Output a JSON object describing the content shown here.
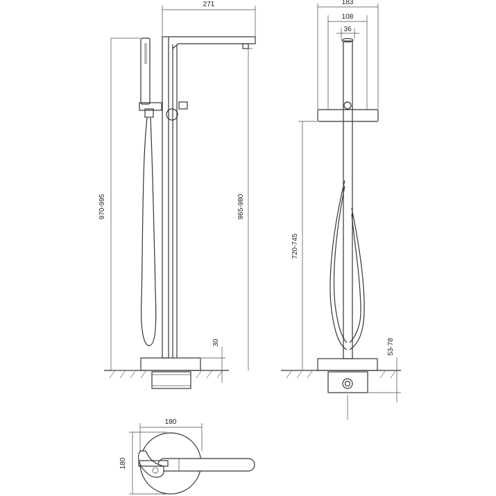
{
  "dimensions": {
    "top_width": "271",
    "height_left": "970-995",
    "height_spout": "965-980",
    "base_height": "30",
    "side_total_width": "183",
    "side_handle_width": "108",
    "side_spout_width": "36",
    "side_height": "720-745",
    "side_base_range": "53-78",
    "plan_width": "180",
    "plan_height": "180"
  },
  "colors": {
    "line": "#333333",
    "background": "#ffffff"
  }
}
